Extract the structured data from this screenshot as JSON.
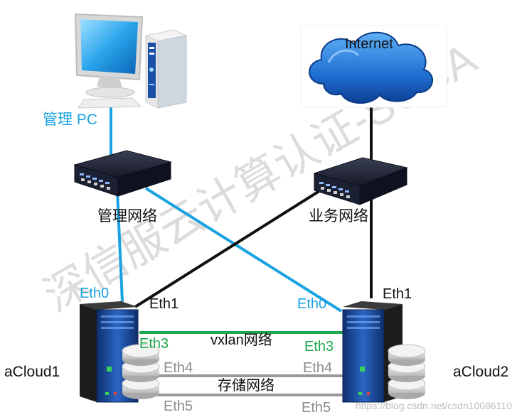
{
  "nodes": {
    "mgmt_pc": {
      "label": "管理 PC"
    },
    "internet": {
      "label": "Internet"
    },
    "mgmt_switch": {
      "label": "管理网络"
    },
    "biz_switch": {
      "label": "业务网络"
    },
    "acloud1": {
      "label": "aCloud1",
      "ports": {
        "eth0": "Eth0",
        "eth1": "Eth1",
        "eth3": "Eth3",
        "eth4": "Eth4",
        "eth5": "Eth5"
      }
    },
    "acloud2": {
      "label": "aCloud2",
      "ports": {
        "eth0": "Eth0",
        "eth1": "Eth1",
        "eth3": "Eth3",
        "eth4": "Eth4",
        "eth5": "Eth5"
      }
    }
  },
  "links": {
    "vxlan": {
      "label": "vxlan网络"
    },
    "storage": {
      "label": "存储网络"
    }
  },
  "watermark": {
    "text": "深信服云计算认证-SCCA",
    "url": "https://blog.csdn.net/csdn10086110"
  },
  "colors": {
    "management": "#1aa3e0",
    "business": "#111111",
    "vxlan": "#1ea84b",
    "storage": "#999999",
    "label_blue": "#1aa3e0",
    "label_green": "#1ea84b",
    "label_gray": "#8c8c8c"
  }
}
